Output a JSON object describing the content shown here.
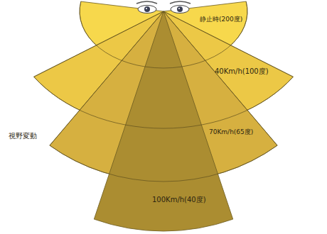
{
  "diagram": {
    "labels": [
      "静止時(200度)",
      "40Km/h(100度)",
      "70Km/h(65度)",
      "100Km/h(40度)",
      "視野変動"
    ]
  }
}
